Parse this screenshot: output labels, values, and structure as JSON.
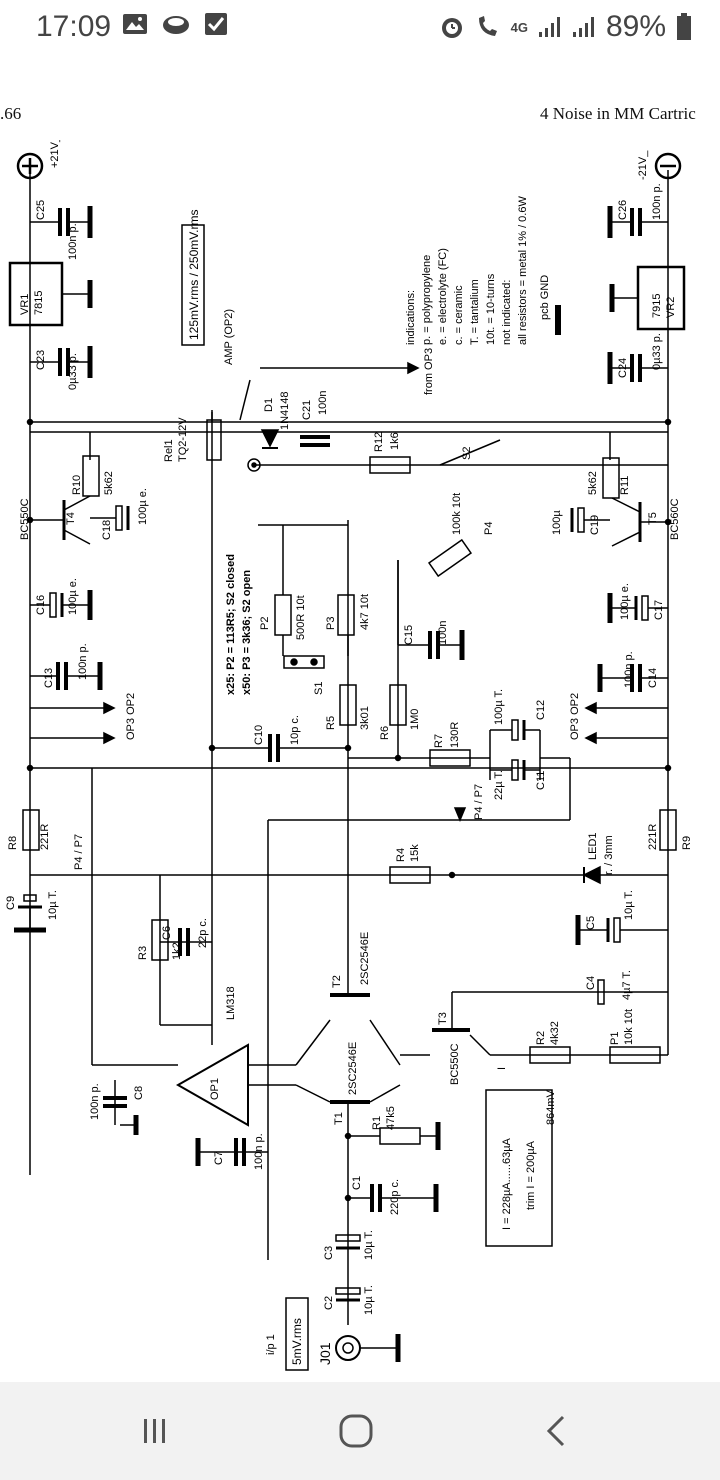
{
  "status_bar": {
    "time": "17:09",
    "battery": "89%",
    "network": "4G",
    "icons_left": [
      "gallery-icon",
      "cloud-icon",
      "check-icon"
    ],
    "icons_right": [
      "alarm-icon",
      "wifi-call-icon",
      "signal-icon",
      "signal-icon",
      "battery-icon"
    ]
  },
  "page": {
    "page_number": ".66",
    "chapter_header": "4  Noise in MM Cartric"
  },
  "schematic": {
    "power": {
      "pos_rail": "+21V_",
      "neg_rail": "-21V_",
      "vr1": "VR1",
      "vr1_part": "7815",
      "vr2": "VR2",
      "vr2_part": "7915",
      "c25": "C25",
      "c25_val": "100n p.",
      "c26": "C26",
      "c26_val": "100n p.",
      "c23": "C23",
      "c23_val": "0µ33 p.",
      "c24": "C24",
      "c24_val": "0µ33 p."
    },
    "levels_box": "125mV.rms / 250mV.rms",
    "amp_label": "AMP (OP2)",
    "from_op3": "from OP3",
    "indications": [
      "indications:",
      "p. = polypropylene",
      "e. = electrolyte (FC)",
      "c. = ceramic",
      "T. = tantalium",
      "10t. = 10-turns",
      "not indicated:",
      "all resistors = metal 1% / 0.6W",
      "pcb GND"
    ],
    "relay": {
      "name": "Rel1",
      "part": "TQ2-12V"
    },
    "d1": "D1",
    "d1_part": "1N4148",
    "c21": "C21",
    "c21_val": "100n",
    "r12": "R12",
    "r12_val": "1k6",
    "s2": "S2",
    "r10": "R10",
    "r10_val": "5k62",
    "r11": "R11",
    "r11_val": "5k62",
    "t4": "T4",
    "t4_part": "BC550C",
    "t5": "T5",
    "t5_part": "BC560C",
    "c18": "C18",
    "c18_val": "100µ e.",
    "c19": "C19",
    "c19_val": "100µ",
    "c16": "C16",
    "c16_val": "100µ e.",
    "c17": "C17",
    "c17_val": "100µ e.",
    "c13": "C13",
    "c13_val": "100n p.",
    "c14": "C14",
    "c14_val": "100n p.",
    "op3_op2": "OP3 OP2",
    "gain_line1": "x25: P2 = 113R5; S2 closed",
    "gain_line2": "x50: P3 = 3k36; S2 open",
    "p2": "P2",
    "p2_val": "500R 10t",
    "p3": "P3",
    "p3_val": "4k7 10t",
    "s1": "S1",
    "p4": "P4",
    "p4_val": "100k 10t",
    "c15": "C15",
    "c15_val": "100n",
    "r5": "R5",
    "r5_val": "3k01",
    "r6": "R6",
    "r6_val": "1M0",
    "c10": "C10",
    "c10_val": "10p c.",
    "r7": "R7",
    "r7_val": "130R",
    "c12": "C12",
    "c12_val": "100µ T.",
    "c11": "C11",
    "c11_val": "22µ T.",
    "p4_p7": "P4 / P7",
    "r8": "R8",
    "r8_val": "221R",
    "r9": "R9",
    "r9_val": "221R",
    "led1": "LED1",
    "led1_val": "r. / 3mm",
    "r4": "R4",
    "r4_val": "15k",
    "c9": "C9",
    "c9_val": "10µ T.",
    "c5": "C5",
    "c5_val": "10µ T.",
    "c6": "C6",
    "c6_val": "22p c.",
    "r3": "R3",
    "r3_val": "1k2",
    "op1": "OP1",
    "op1_part": "LM318",
    "c4": "C4",
    "c4_val": "4µ7 T.",
    "t2": "T2",
    "t2_part": "2SC2546E",
    "t1": "T1",
    "t1_part": "2SC2546E",
    "t3": "T3",
    "t3_part": "BC550C",
    "r2": "R2",
    "r2_val": "4k32",
    "p1": "P1",
    "p1_val": "10k 10t",
    "c8": "C8",
    "c8_val": "100n p.",
    "c7": "C7",
    "c7_val": "100n p.",
    "r1": "R1",
    "r1_val": "47k5",
    "c1": "C1",
    "c1_val": "220p c.",
    "c3": "C3",
    "c3_val": "10µ T.",
    "c2": "C2",
    "c2_val": "10µ T.",
    "current_box": [
      "I = 228µA......63µA",
      "trim I = 200µA"
    ],
    "v864": "864mV",
    "i_label": "I",
    "j01": "J01",
    "input_level": "5mV.rms",
    "ip1": "i/p 1"
  },
  "nav_bar": {
    "recent": "recent-apps",
    "home": "home",
    "back": "back"
  }
}
